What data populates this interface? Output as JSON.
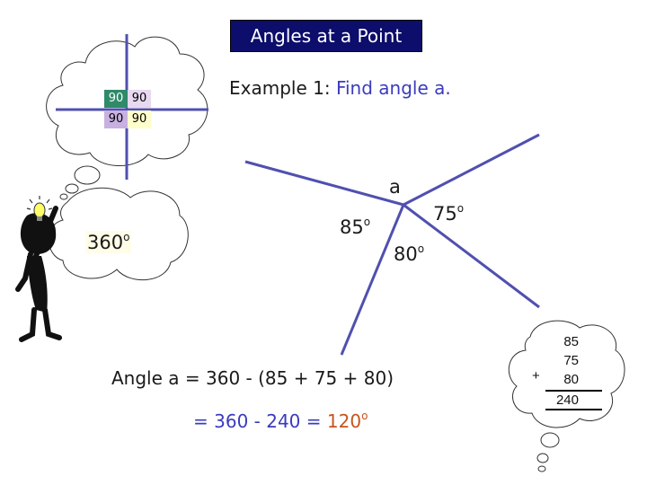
{
  "title": "Angles at a Point",
  "example": {
    "prefix": "Example 1:",
    "prompt": "Find angle a."
  },
  "quadrants": [
    "90",
    "90",
    "90",
    "90"
  ],
  "full_turn": "360",
  "degree_symbol": "o",
  "angles": {
    "a": "a",
    "a85": "85",
    "a75": "75",
    "a80": "80"
  },
  "calculation": {
    "line1": "Angle a = 360 - (85 + 75 + 80)",
    "line2_prefix": "= 360 - 240 = ",
    "answer": "120"
  },
  "addition": {
    "plus": "+",
    "n1": "85",
    "n2": "75",
    "n3": "80",
    "total": "240"
  },
  "colors": {
    "title_bg": "#0d0d6b",
    "line": "#5050b0",
    "text_blue": "#3b3bbf",
    "answer": "#c8541e"
  }
}
